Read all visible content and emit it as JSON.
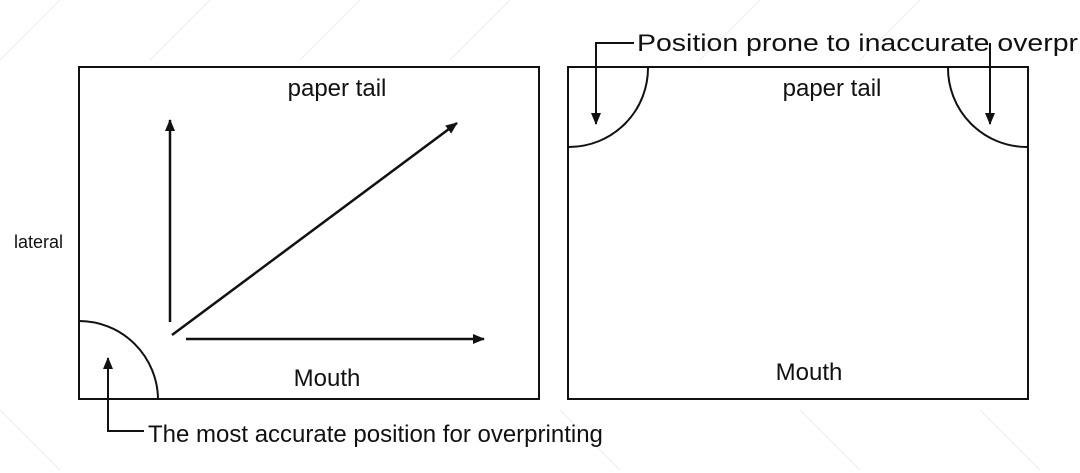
{
  "colors": {
    "ink": "#111111",
    "background": "#ffffff"
  },
  "left_panel": {
    "top_label": "paper tail",
    "bottom_label": "Mouth",
    "side_label": "lateral"
  },
  "right_panel": {
    "top_label": "paper tail",
    "bottom_label": "Mouth"
  },
  "callouts": {
    "accurate": "The most accurate position for overprinting",
    "inaccurate": "Position prone to inaccurate overpr"
  }
}
